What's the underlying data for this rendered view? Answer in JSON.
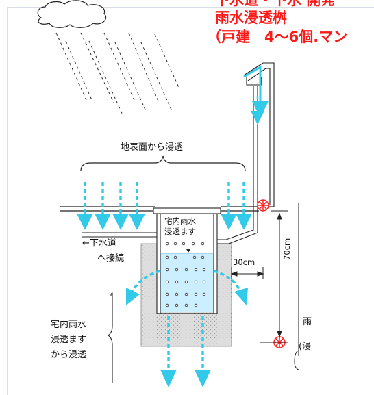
{
  "title": {
    "line1": "下水道・下水 開発",
    "line2": "雨水浸透桝",
    "line3": "（戸建　4～6個.マン"
  },
  "labels": {
    "surface": "地表面から浸透",
    "basin_top": [
      "宅内雨水",
      "浸透ます"
    ],
    "connect": [
      "←下水道",
      "へ接続"
    ],
    "basin_side": [
      "宅内雨水",
      "浸透ます",
      "から浸透"
    ],
    "dim_30": "30cm",
    "dim_70": "70cm",
    "right_a": "雨",
    "right_b": "(浸"
  },
  "colors": {
    "arrow": "#33c9e8",
    "water": "#ccefff",
    "gravel": "#dcdcdc",
    "title": "#ff1a1a",
    "valve": "#ff2222"
  }
}
